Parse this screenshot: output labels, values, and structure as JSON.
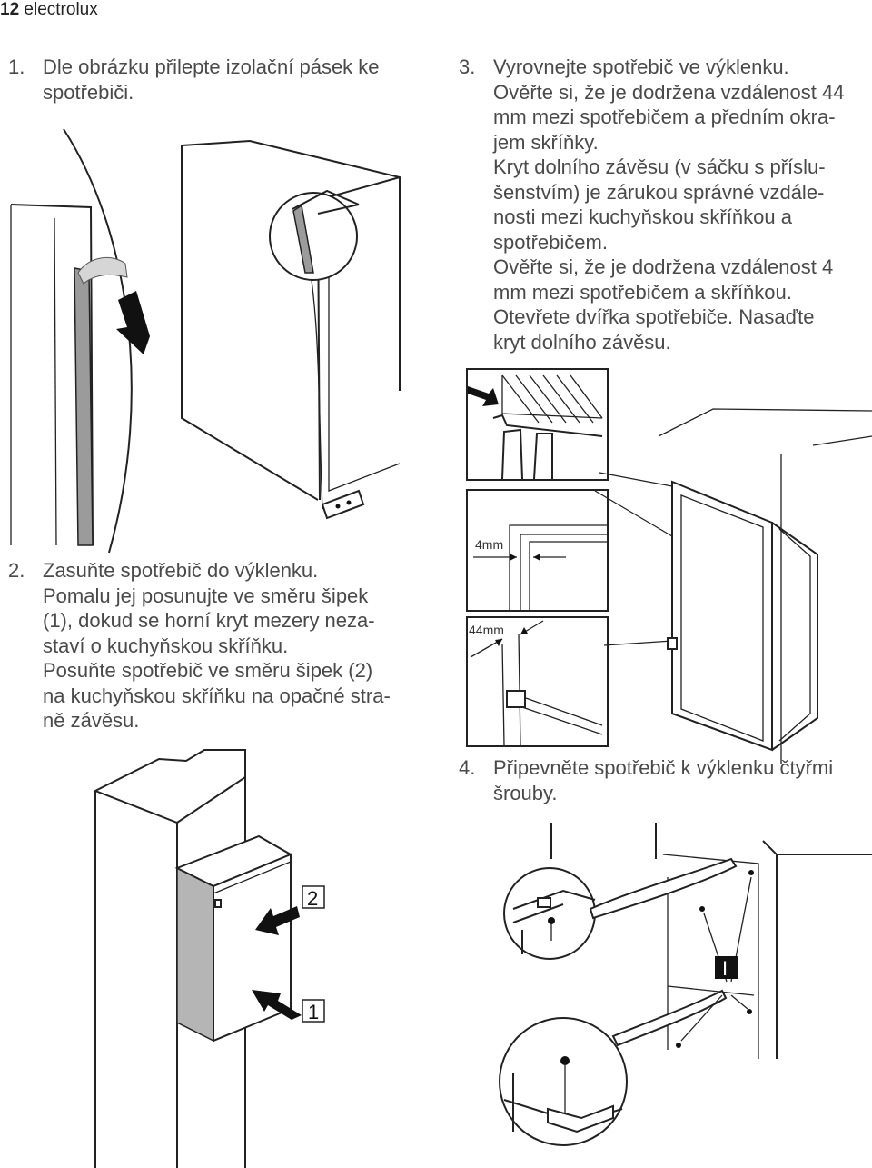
{
  "header": {
    "page_number": "12",
    "brand": "electrolux"
  },
  "steps": {
    "s1": {
      "num": "1.",
      "lines": [
        "Dle obrázku přilepte izolační pásek ke",
        "spotřebiči."
      ]
    },
    "s2": {
      "num": "2.",
      "lines": [
        "Zasuňte spotřebič do výklenku.",
        "Pomalu jej posunujte ve směru šipek",
        "(1), dokud se horní kryt mezery neza-",
        "staví o kuchyňskou skříňku.",
        "Posuňte spotřebič ve směru šipek (2)",
        "na kuchyňskou skříňku na opačné stra-",
        "ně závěsu."
      ]
    },
    "s3": {
      "num": "3.",
      "lines": [
        "Vyrovnejte spotřebič ve výklenku.",
        "Ověřte si, že je dodržena vzdálenost 44",
        "mm mezi spotřebičem a předním okra-",
        "jem skříňky.",
        "Kryt dolního závěsu (v sáčku s příslu-",
        "šenstvím) je zárukou správné vzdále-",
        "nosti mezi kuchyňskou skříňkou a",
        "spotřebičem.",
        "Ověřte si, že je dodržena vzdálenost 4",
        "mm mezi spotřebičem a skříňkou.",
        "Otevřete dvířka spotřebiče. Nasaďte",
        "kryt dolního závěsu."
      ]
    },
    "s4": {
      "num": "4.",
      "lines": [
        "Připevněte spotřebič k výklenku čtyřmi",
        "šrouby."
      ]
    }
  },
  "figures": {
    "dim_4mm": "4mm",
    "dim_44mm": "44mm",
    "arrow_badge_1": "1",
    "arrow_badge_2": "2",
    "screw_badge": "I"
  }
}
